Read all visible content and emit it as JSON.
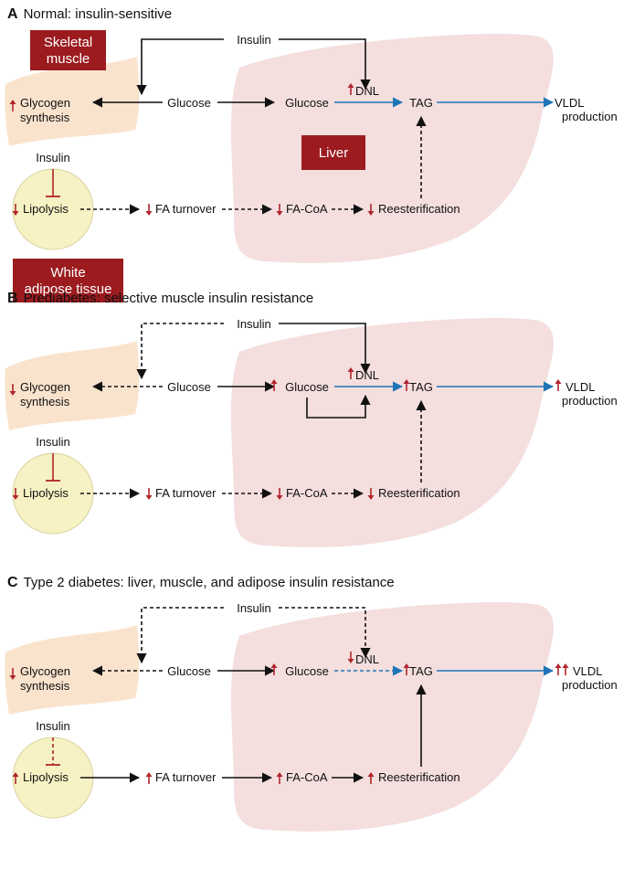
{
  "colors": {
    "liver_fill": "#f4dede",
    "muscle_fill": "#fae3cd",
    "adipose_fill": "#f7f2c4",
    "label_box": "#9b1b1f",
    "blue_arrow": "#1f74b8",
    "red_arrow": "#b0252c"
  },
  "labels": {
    "skeletal_muscle": [
      "Skeletal",
      "muscle"
    ],
    "liver": "Liver",
    "white_adipose": [
      "White",
      "adipose tissue"
    ],
    "insulin": "Insulin",
    "glucose": "Glucose",
    "dnl": "DNL",
    "tag": "TAG",
    "vldl": [
      "VLDL",
      "production"
    ],
    "glycogen": [
      "Glycogen",
      "synthesis"
    ],
    "lipolysis": "Lipolysis",
    "fa_turnover": "FA turnover",
    "fa_coa": "FA-CoA",
    "reesterification": "Reesterification"
  },
  "panels": [
    {
      "letter": "A",
      "title": "Normal: insulin-sensitive"
    },
    {
      "letter": "B",
      "title": "Prediabetes: selective muscle insulin resistance"
    },
    {
      "letter": "C",
      "title": "Type 2 diabetes: liver, muscle, and adipose insulin resistance"
    }
  ]
}
